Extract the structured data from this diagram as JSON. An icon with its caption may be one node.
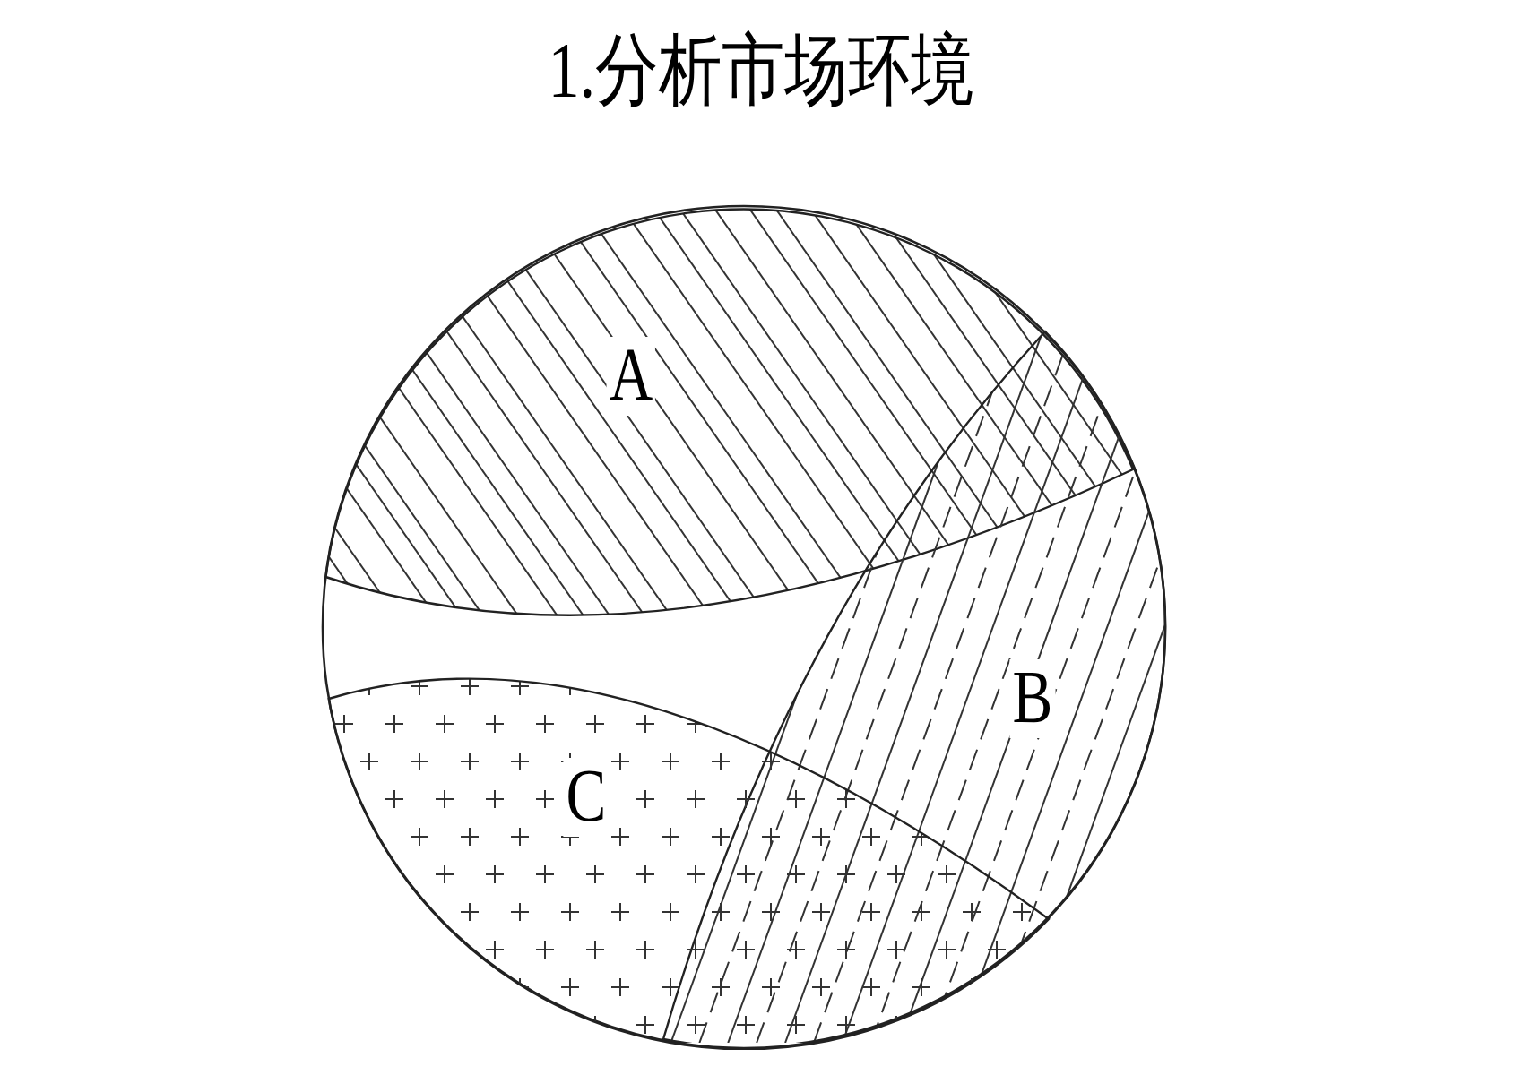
{
  "diagram": {
    "title": "1.分析市场环境",
    "nodes": [
      {
        "text": [
          "A"
        ]
      },
      {
        "text": [
          "B"
        ]
      },
      {
        "text": [
          "C"
        ]
      }
    ]
  }
}
